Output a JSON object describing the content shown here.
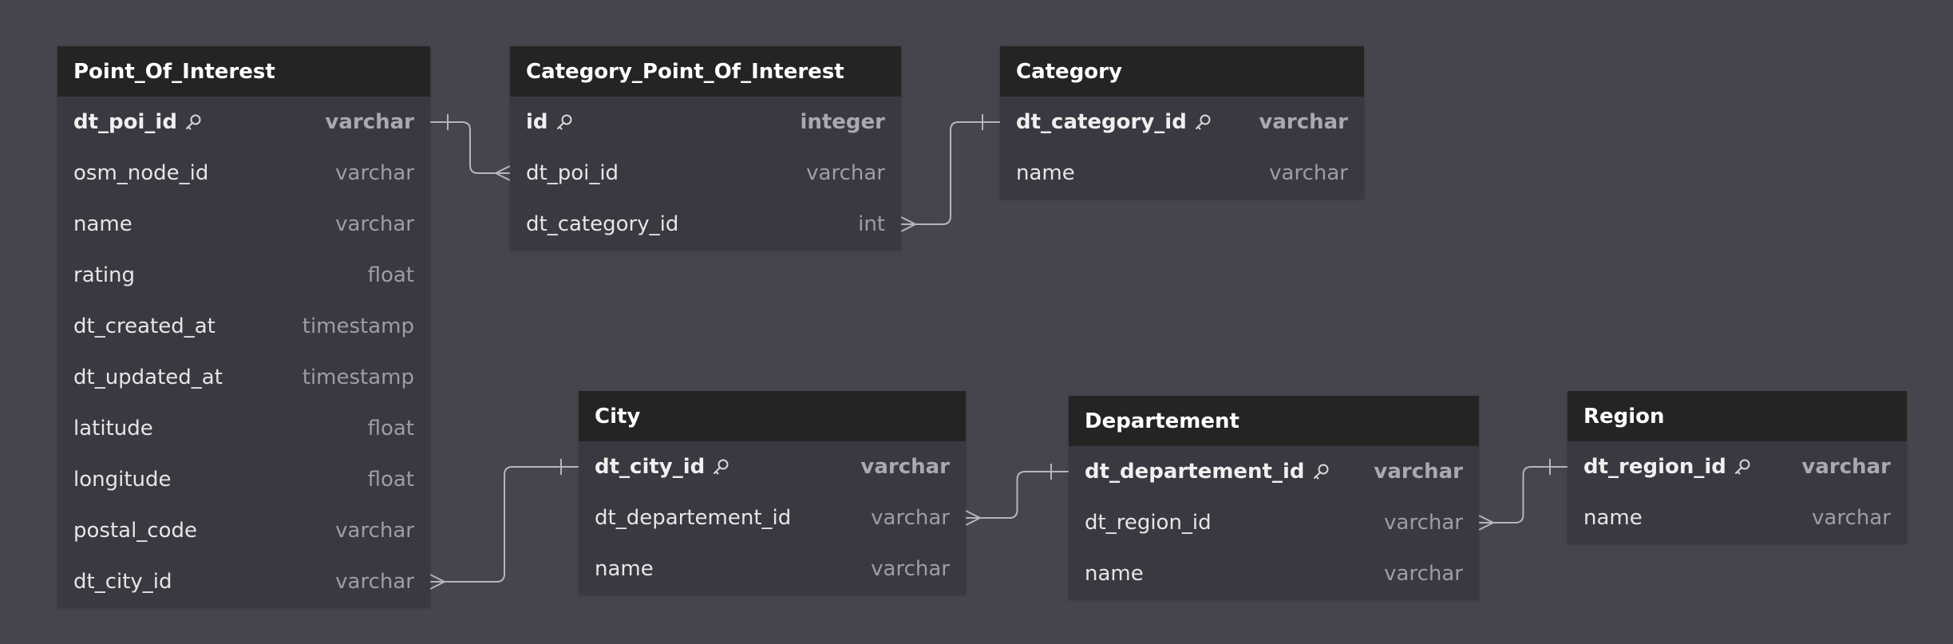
{
  "tables": [
    {
      "id": "point_of_interest",
      "name": "Point_Of_Interest",
      "fields": [
        {
          "name": "dt_poi_id",
          "type": "varchar",
          "pk": true
        },
        {
          "name": "osm_node_id",
          "type": "varchar",
          "pk": false
        },
        {
          "name": "name",
          "type": "varchar",
          "pk": false
        },
        {
          "name": "rating",
          "type": "float",
          "pk": false
        },
        {
          "name": "dt_created_at",
          "type": "timestamp",
          "pk": false
        },
        {
          "name": "dt_updated_at",
          "type": "timestamp",
          "pk": false
        },
        {
          "name": "latitude",
          "type": "float",
          "pk": false
        },
        {
          "name": "longitude",
          "type": "float",
          "pk": false
        },
        {
          "name": "postal_code",
          "type": "varchar",
          "pk": false
        },
        {
          "name": "dt_city_id",
          "type": "varchar",
          "pk": false
        }
      ]
    },
    {
      "id": "category_point_of_interest",
      "name": "Category_Point_Of_Interest",
      "fields": [
        {
          "name": "id",
          "type": "integer",
          "pk": true
        },
        {
          "name": "dt_poi_id",
          "type": "varchar",
          "pk": false
        },
        {
          "name": "dt_category_id",
          "type": "int",
          "pk": false
        }
      ]
    },
    {
      "id": "category",
      "name": "Category",
      "fields": [
        {
          "name": "dt_category_id",
          "type": "varchar",
          "pk": true
        },
        {
          "name": "name",
          "type": "varchar",
          "pk": false
        }
      ]
    },
    {
      "id": "city",
      "name": "City",
      "fields": [
        {
          "name": "dt_city_id",
          "type": "varchar",
          "pk": true
        },
        {
          "name": "dt_departement_id",
          "type": "varchar",
          "pk": false
        },
        {
          "name": "name",
          "type": "varchar",
          "pk": false
        }
      ]
    },
    {
      "id": "departement",
      "name": "Departement",
      "fields": [
        {
          "name": "dt_departement_id",
          "type": "varchar",
          "pk": true
        },
        {
          "name": "dt_region_id",
          "type": "varchar",
          "pk": false
        },
        {
          "name": "name",
          "type": "varchar",
          "pk": false
        }
      ]
    },
    {
      "id": "region",
      "name": "Region",
      "fields": [
        {
          "name": "dt_region_id",
          "type": "varchar",
          "pk": true
        },
        {
          "name": "name",
          "type": "varchar",
          "pk": false
        }
      ]
    }
  ],
  "relations": [
    {
      "one_table": "point_of_interest",
      "one_field": 0,
      "many_table": "category_point_of_interest",
      "many_field": 1
    },
    {
      "one_table": "category",
      "one_field": 0,
      "many_table": "category_point_of_interest",
      "many_field": 2
    },
    {
      "one_table": "city",
      "one_field": 0,
      "many_table": "point_of_interest",
      "many_field": 9
    },
    {
      "one_table": "departement",
      "one_field": 0,
      "many_table": "city",
      "many_field": 1
    },
    {
      "one_table": "region",
      "one_field": 0,
      "many_table": "departement",
      "many_field": 1
    }
  ],
  "colors": {
    "background": "#45454d",
    "table_body": "#393a41",
    "table_header": "#242424",
    "connector": "#b5b5ba"
  },
  "icons": {
    "primary_key": "key-icon"
  }
}
